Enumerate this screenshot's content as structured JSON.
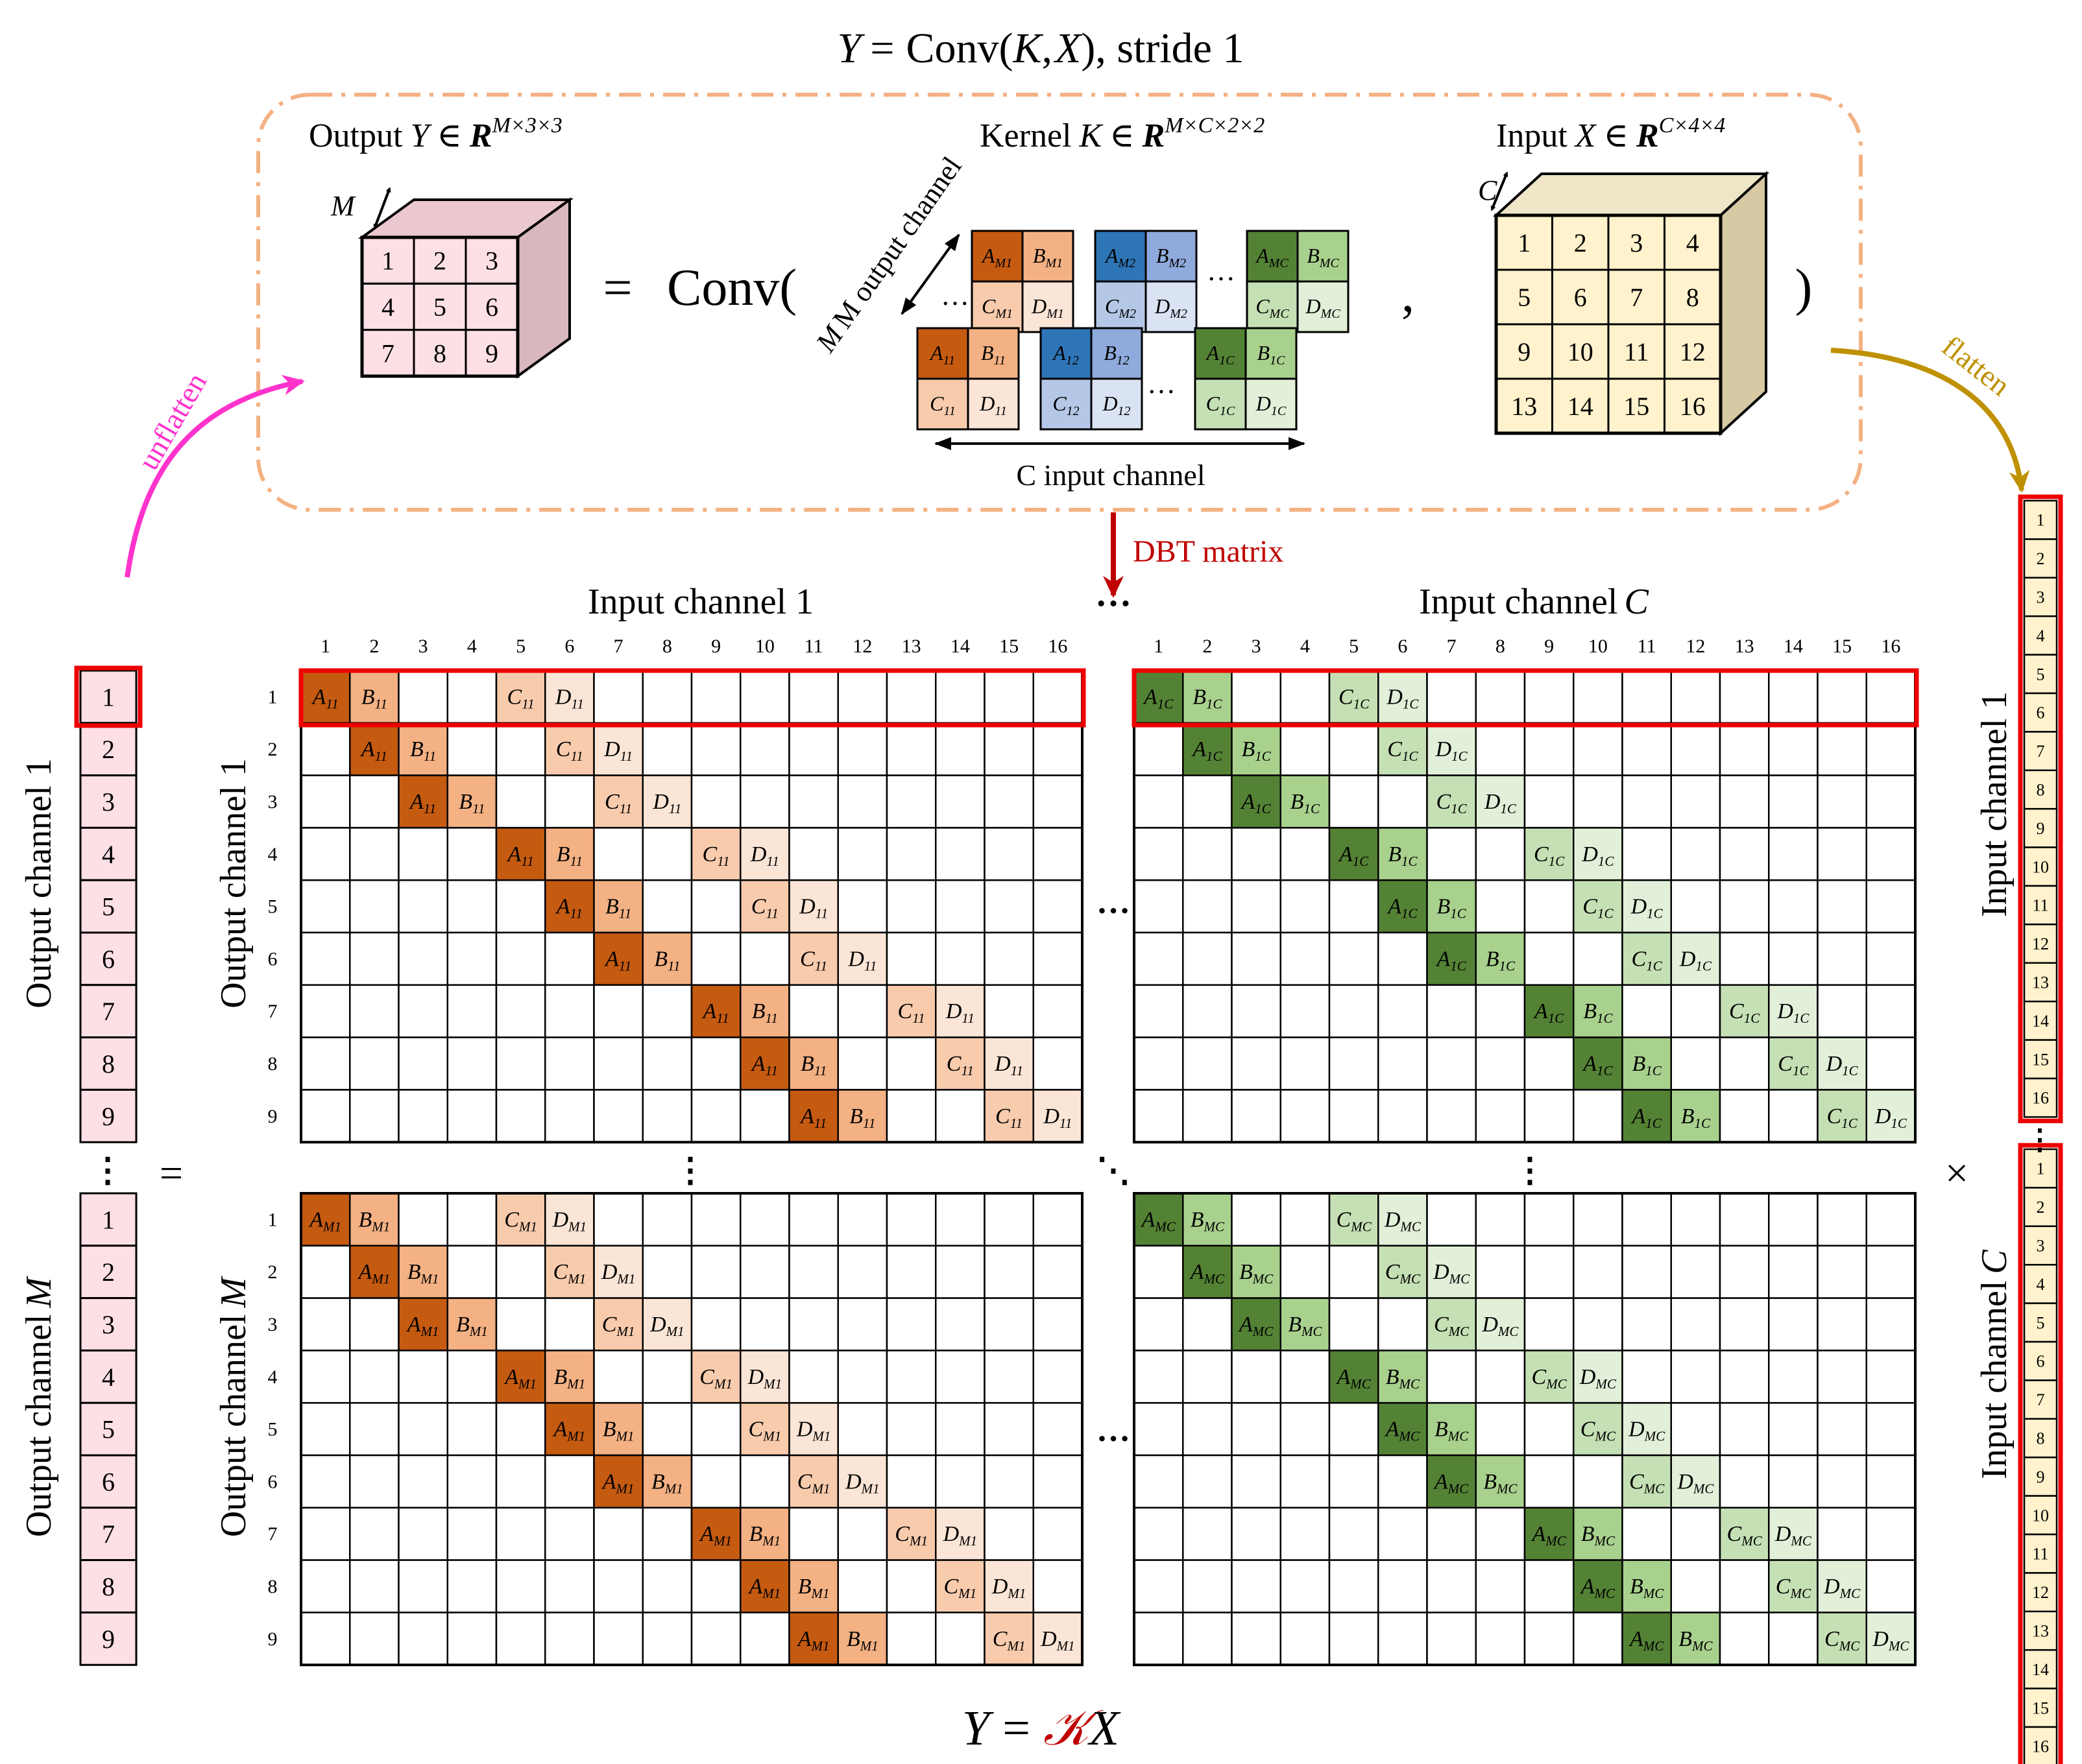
{
  "top": {
    "title_Y": "Y",
    "title_eq": "=",
    "title_conv": "Conv(",
    "title_K": "K",
    "title_comma": ",",
    "title_X": "X",
    "title_tail": "), stride 1",
    "output_label": "Output",
    "output_var": "Y",
    "output_in": "∈",
    "output_R": "R",
    "output_dims": "M×3×3",
    "kernel_label": "Kernel",
    "kernel_var": "K",
    "kernel_dims": "M×C×2×2",
    "input_label": "Input",
    "input_var": "X",
    "input_dims": "C×4×4",
    "cube_M": "M",
    "cube_C": "C",
    "equals": "=",
    "conv_open": "Conv(",
    "comma": ",",
    "conv_close": ")",
    "m_output_channel": "M output channel",
    "c_input_channel": "C input channel",
    "output_cells": [
      "1",
      "2",
      "3",
      "4",
      "5",
      "6",
      "7",
      "8",
      "9"
    ],
    "input_cells": [
      "1",
      "2",
      "3",
      "4",
      "5",
      "6",
      "7",
      "8",
      "9",
      "10",
      "11",
      "12",
      "13",
      "14",
      "15",
      "16"
    ],
    "kernel_front": [
      {
        "a": "A",
        "b": "B",
        "c": "C",
        "d": "D",
        "sub": "11"
      },
      {
        "a": "A",
        "b": "B",
        "c": "C",
        "d": "D",
        "sub": "12"
      },
      {
        "a": "A",
        "b": "B",
        "c": "C",
        "d": "D",
        "sub": "1C"
      }
    ],
    "kernel_back": [
      {
        "a": "A",
        "b": "B",
        "c": "C",
        "d": "D",
        "sub": "M1"
      },
      {
        "a": "A",
        "b": "B",
        "c": "C",
        "d": "D",
        "sub": "M2"
      },
      {
        "a": "A",
        "b": "B",
        "c": "C",
        "d": "D",
        "sub": "MC"
      }
    ],
    "dots": "…"
  },
  "arrows": {
    "unflatten": "unflatten",
    "flatten": "flatten",
    "dbt": "DBT matrix"
  },
  "matrix": {
    "header_left": "Input channel 1",
    "header_right_prefix": "Input channel",
    "header_right_var": "C",
    "col_numbers": [
      "1",
      "2",
      "3",
      "4",
      "5",
      "6",
      "7",
      "8",
      "9",
      "10",
      "11",
      "12",
      "13",
      "14",
      "15",
      "16"
    ],
    "row_numbers": [
      "1",
      "2",
      "3",
      "4",
      "5",
      "6",
      "7",
      "8",
      "9"
    ],
    "row_label_top": "Output channel 1",
    "row_label_bottom_prefix": "Output channel",
    "row_label_bottom_var": "M",
    "blocks": [
      {
        "sub": "11",
        "palette": "orange"
      },
      {
        "sub": "1C",
        "palette": "green"
      },
      {
        "sub": "M1",
        "palette": "orange"
      },
      {
        "sub": "MC",
        "palette": "green"
      }
    ],
    "pattern_offsets": [
      0,
      1,
      4,
      5
    ],
    "row_starts": [
      0,
      1,
      2,
      4,
      5,
      6,
      8,
      9,
      10
    ],
    "letters": [
      "A",
      "B",
      "C",
      "D"
    ],
    "hdots": "…",
    "vdots": "⋮",
    "ddots": "⋱"
  },
  "left_vector": {
    "top_label": "Output channel 1",
    "bottom_label_prefix": "Output channel",
    "bottom_label_var": "M",
    "cells": [
      "1",
      "2",
      "3",
      "4",
      "5",
      "6",
      "7",
      "8",
      "9"
    ],
    "equals": "="
  },
  "right_vector": {
    "top_label": "Input channel 1",
    "bottom_label_prefix": "Input channel",
    "bottom_label_var": "C",
    "cells": [
      "1",
      "2",
      "3",
      "4",
      "5",
      "6",
      "7",
      "8",
      "9",
      "10",
      "11",
      "12",
      "13",
      "14",
      "15",
      "16"
    ],
    "times": "×"
  },
  "bottom_equation": {
    "Y": "Y",
    "eq": "=",
    "K": "𝒦",
    "X": "X"
  },
  "colors": {
    "orange": [
      "#c55a11",
      "#f4b183",
      "#f8cbad",
      "#fbe5d6"
    ],
    "green": [
      "#548235",
      "#a9d18e",
      "#c5e0b4",
      "#e2f0d9"
    ],
    "blue": [
      "#2e75b6",
      "#8faadc",
      "#b4c7e7",
      "#dae3f3"
    ],
    "output_fill": "#fde0e6",
    "input_fill": "#fff2cc",
    "dashed_border": "#f4b183",
    "red": "#ee0000",
    "dbt_red": "#c00000",
    "unflatten": "#ff33cc",
    "flatten": "#bf9000"
  }
}
